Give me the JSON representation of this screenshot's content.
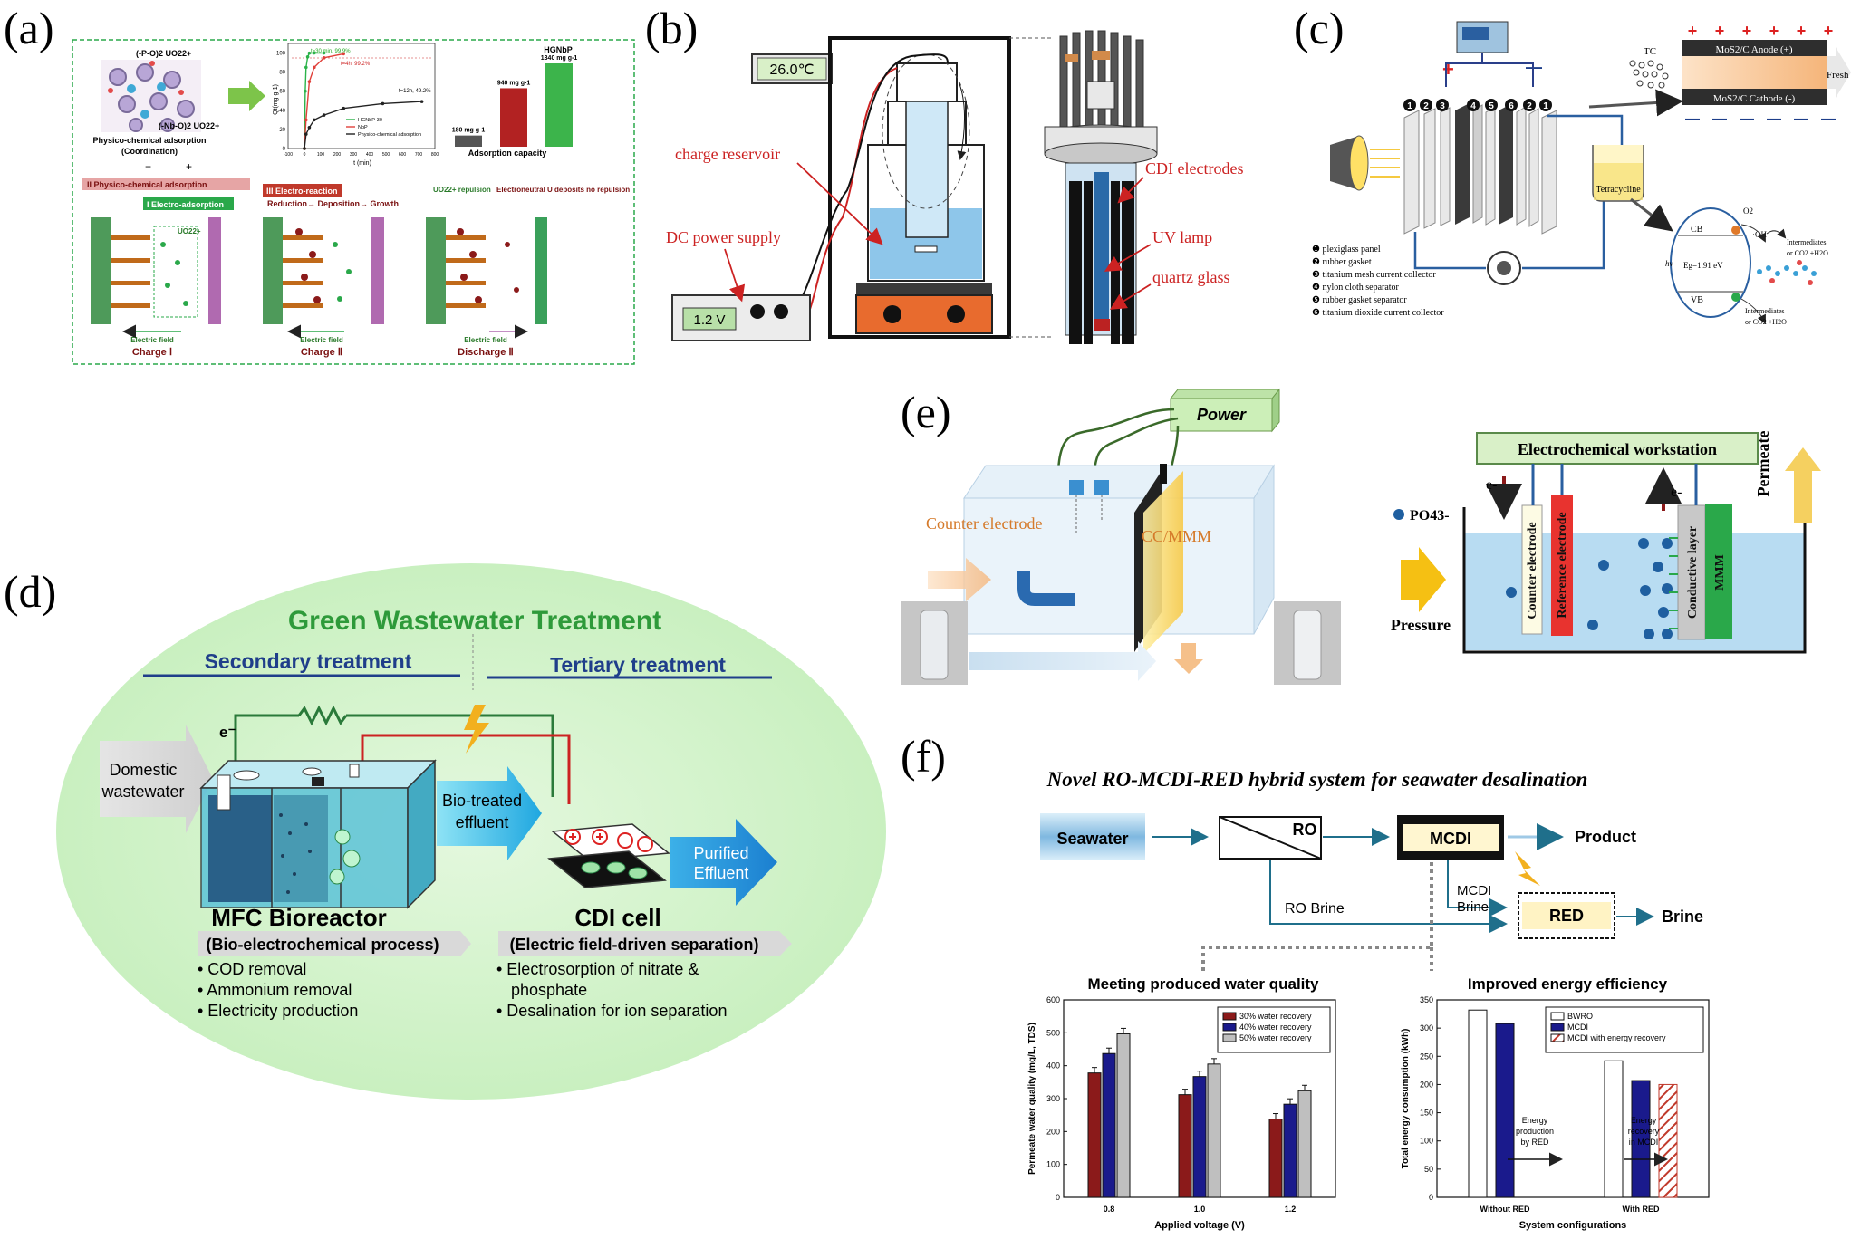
{
  "panels": {
    "a": {
      "tag": "(a)",
      "coord_top": "(-P-O)2 UO22+",
      "coord_bottom": "(-Nb-O)2 UO22+",
      "coord_caption1": "Physico-chemical adsorption",
      "coord_caption2": "(Coordination)",
      "plot_y_label": "Qt(mg g-1)",
      "plot_x_label": "t (min)",
      "plot_ann1": "t=30 min, 99.9%",
      "plot_ann2": "t=4h, 99.2%",
      "plot_ann3": "t=12h, 49.2%",
      "legend": [
        "HGNbP-30",
        "NbP",
        "Physico-chemical adsorption"
      ],
      "plot_y_ticks": [
        "0",
        "20",
        "40",
        "60",
        "80",
        "100"
      ],
      "plot_x_ticks": [
        "-100",
        "0",
        "100",
        "200",
        "300",
        "400",
        "500",
        "600",
        "700",
        "800"
      ],
      "series": [
        {
          "name": "HGNbP-30",
          "color": "#2bb34a",
          "t": [
            0,
            5,
            10,
            20,
            30,
            60,
            120
          ],
          "q": [
            0,
            60,
            85,
            96,
            99.9,
            100,
            100
          ]
        },
        {
          "name": "NbP",
          "color": "#e0403a",
          "t": [
            0,
            10,
            30,
            60,
            120,
            240
          ],
          "q": [
            0,
            30,
            70,
            85,
            95,
            99.2
          ]
        },
        {
          "name": "Physico-chemical adsorption",
          "color": "#222222",
          "t": [
            0,
            10,
            30,
            60,
            120,
            240,
            480,
            720
          ],
          "q": [
            0,
            15,
            22,
            30,
            35,
            42,
            47,
            49.2
          ]
        }
      ],
      "bar_top_label": "HGNbP",
      "bars": [
        {
          "label": "180 mg g-1",
          "value": 180,
          "color": "#555555"
        },
        {
          "label": "940 mg g-1",
          "value": 940,
          "color": "#b22222"
        },
        {
          "label": "1340 mg g-1",
          "value": 1340,
          "color": "#3cb44b"
        }
      ],
      "bar_caption": "Adsorption capacity",
      "step_phys": "II Physico-chemical adsorption",
      "step_electro": "I Electro-adsorption",
      "step_reaction": "III Electro-reaction",
      "step_reduction": "Reduction→ Deposition→ Growth",
      "uo2_label": "UO22+",
      "uo2_repulsion": "UO22+ repulsion",
      "neutral_deposit": "Electroneutral U deposits no repulsion",
      "field_label": "Electric field",
      "stage1": "Charge Ⅰ",
      "stage2": "Charge Ⅱ",
      "stage3": "Discharge Ⅱ",
      "sign_minus": "−",
      "sign_plus": "+"
    },
    "b": {
      "tag": "(b)",
      "temperature": "26.0℃",
      "voltage": "1.2 V",
      "charge_reservoir": "charge reservoir",
      "dc_supply": "DC power supply",
      "cdi_electrodes": "CDI electrodes",
      "uv_lamp": "UV lamp",
      "quartz_glass": "quartz glass"
    },
    "c": {
      "tag": "(c)",
      "anode": "MoS2/C Anode (+)",
      "cathode": "MoS2/C Cathode (-)",
      "tc": "TC",
      "fresh": "Fresh",
      "tetracycline": "Tetracycline",
      "plus": "+",
      "minus": "—",
      "numbers": [
        "1",
        "2",
        "3",
        "4",
        "5",
        "6",
        "2",
        "1"
      ],
      "parts": [
        "❶ plexiglass panel",
        "❷ rubber gasket",
        "❸ titanium mesh current collector",
        "❹ nylon cloth separator",
        "❺ rubber gasket separator",
        "❻ titanium dioxide current collector"
      ],
      "cb": "CB",
      "vb": "VB",
      "hv": "hv",
      "eg": "Eg=1.91 eV",
      "o2": "O2",
      "oh": "·OH",
      "inter1": "Intermediates",
      "co2_1": "or CO2 +H2O",
      "inter2": "Intermediates",
      "co2_2": "or CO2 +H2O"
    },
    "d": {
      "tag": "(d)",
      "title": "Green Wastewater Treatment",
      "secondary": "Secondary treatment",
      "tertiary": "Tertiary treatment",
      "electron": "e⁻",
      "domestic1": "Domestic",
      "domestic2": "wastewater",
      "bio1": "Bio-treated",
      "bio2": "effluent",
      "purified1": "Purified",
      "purified2": "Effluent",
      "mfc": "MFC Bioreactor",
      "cdi": "CDI cell",
      "mfc_process": "(Bio-electrochemical process)",
      "cdi_process": "(Electric field-driven separation)",
      "mfc_items": [
        "• COD removal",
        "• Ammonium removal",
        "• Electricity production"
      ],
      "cdi_items": [
        "• Electrosorption of nitrate &",
        "phosphate",
        "• Desalination for ion separation"
      ]
    },
    "e": {
      "tag": "(e)",
      "power": "Power",
      "counter": "Counter electrode",
      "ccmmm": "CC/MMM",
      "workstation": "Electrochemical workstation",
      "po4": "PO43-",
      "pressure": "Pressure",
      "permeate": "Permeate",
      "electron": "e-",
      "layers": [
        "Counter electrode",
        "Reference electrode",
        "Conductive layer",
        "MMM"
      ]
    },
    "f": {
      "tag": "(f)",
      "title": "Novel RO-MCDI-RED hybrid system for seawater desalination",
      "seawater": "Seawater",
      "ro": "RO",
      "mcdi": "MCDI",
      "product": "Product",
      "ro_brine": "RO Brine",
      "mcdi_brine1": "MCDI",
      "mcdi_brine2": "Brine",
      "red": "RED",
      "brine": "Brine",
      "sub1": "Meeting produced water quality",
      "sub2": "Improved energy efficiency"
    }
  },
  "chart_data": [
    {
      "type": "bar",
      "title": "Meeting produced water quality",
      "xlabel": "Applied voltage (V)",
      "ylabel": "Permeate water quality (mg/L, TDS)",
      "categories": [
        "0.8",
        "1.0",
        "1.2"
      ],
      "ylim": [
        0,
        600
      ],
      "yticks": [
        "0",
        "100",
        "200",
        "300",
        "400",
        "500",
        "600"
      ],
      "legend_position": "top-right",
      "series": [
        {
          "name": "30% water recovery",
          "color": "#8b1a1a",
          "values": [
            378,
            312,
            238
          ]
        },
        {
          "name": "40% water recovery",
          "color": "#1a1a8c",
          "values": [
            437,
            367,
            283
          ]
        },
        {
          "name": "50% water recovery",
          "color": "#bfbfbf",
          "values": [
            497,
            405,
            324
          ]
        }
      ]
    },
    {
      "type": "bar",
      "title": "Improved energy efficiency",
      "xlabel": "System configurations",
      "ylabel": "Total energy consumption (kWh)",
      "categories": [
        "Without RED",
        "With RED"
      ],
      "ylim": [
        0,
        350
      ],
      "yticks": [
        "0",
        "50",
        "100",
        "150",
        "200",
        "250",
        "300",
        "350"
      ],
      "legend_position": "top-right",
      "series": [
        {
          "name": "BWRO",
          "color": "#ffffff",
          "values": [
            332,
            242
          ]
        },
        {
          "name": "MCDI",
          "color": "#1a1a8c",
          "values": [
            308,
            207
          ]
        },
        {
          "name": "MCDI with energy recovery",
          "color": "hatch-red",
          "values": [
            null,
            200
          ]
        }
      ],
      "annotations": [
        "Energy production by RED",
        "Energy recovery in MCDI"
      ]
    }
  ]
}
